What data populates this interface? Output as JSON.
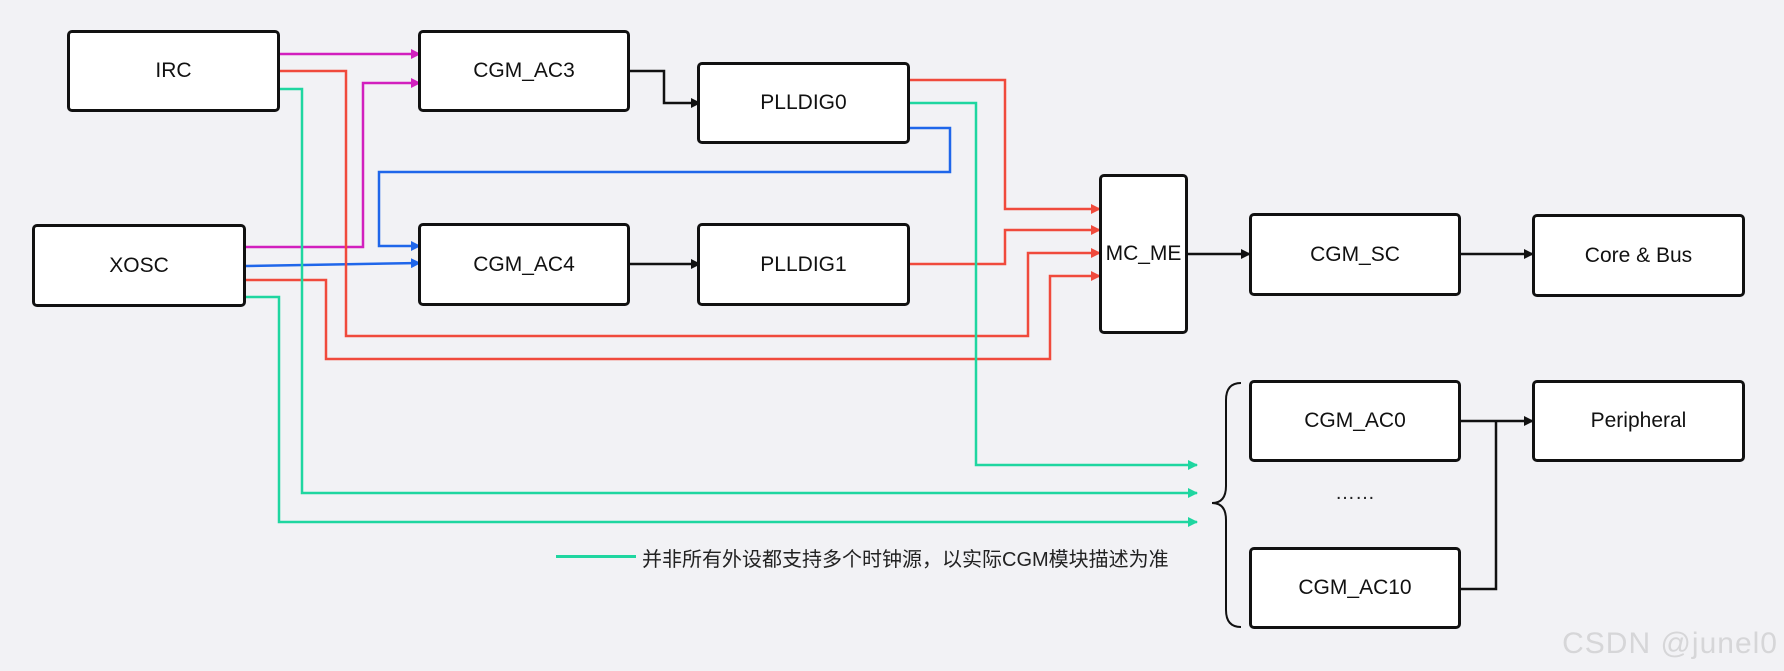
{
  "nodes": {
    "irc": "IRC",
    "xosc": "XOSC",
    "cgm_ac3": "CGM_AC3",
    "cgm_ac4": "CGM_AC4",
    "plldig0": "PLLDIG0",
    "plldig1": "PLLDIG1",
    "mc_me": "MC_ME",
    "cgm_sc": "CGM_SC",
    "core_bus": "Core & Bus",
    "cgm_ac0": "CGM_AC0",
    "cgm_ac10": "CGM_AC10",
    "peripheral": "Peripheral"
  },
  "ellipsis": "……",
  "legend": {
    "text": "并非所有外设都支持多个时钟源，以实际CGM模块描述为准",
    "color": "#1fd6a0"
  },
  "colors": {
    "black": "#111111",
    "magenta": "#d21fbe",
    "red": "#f04a3c",
    "blue": "#1f66ea",
    "green": "#1fd6a0"
  },
  "watermark": "CSDN @junel0"
}
